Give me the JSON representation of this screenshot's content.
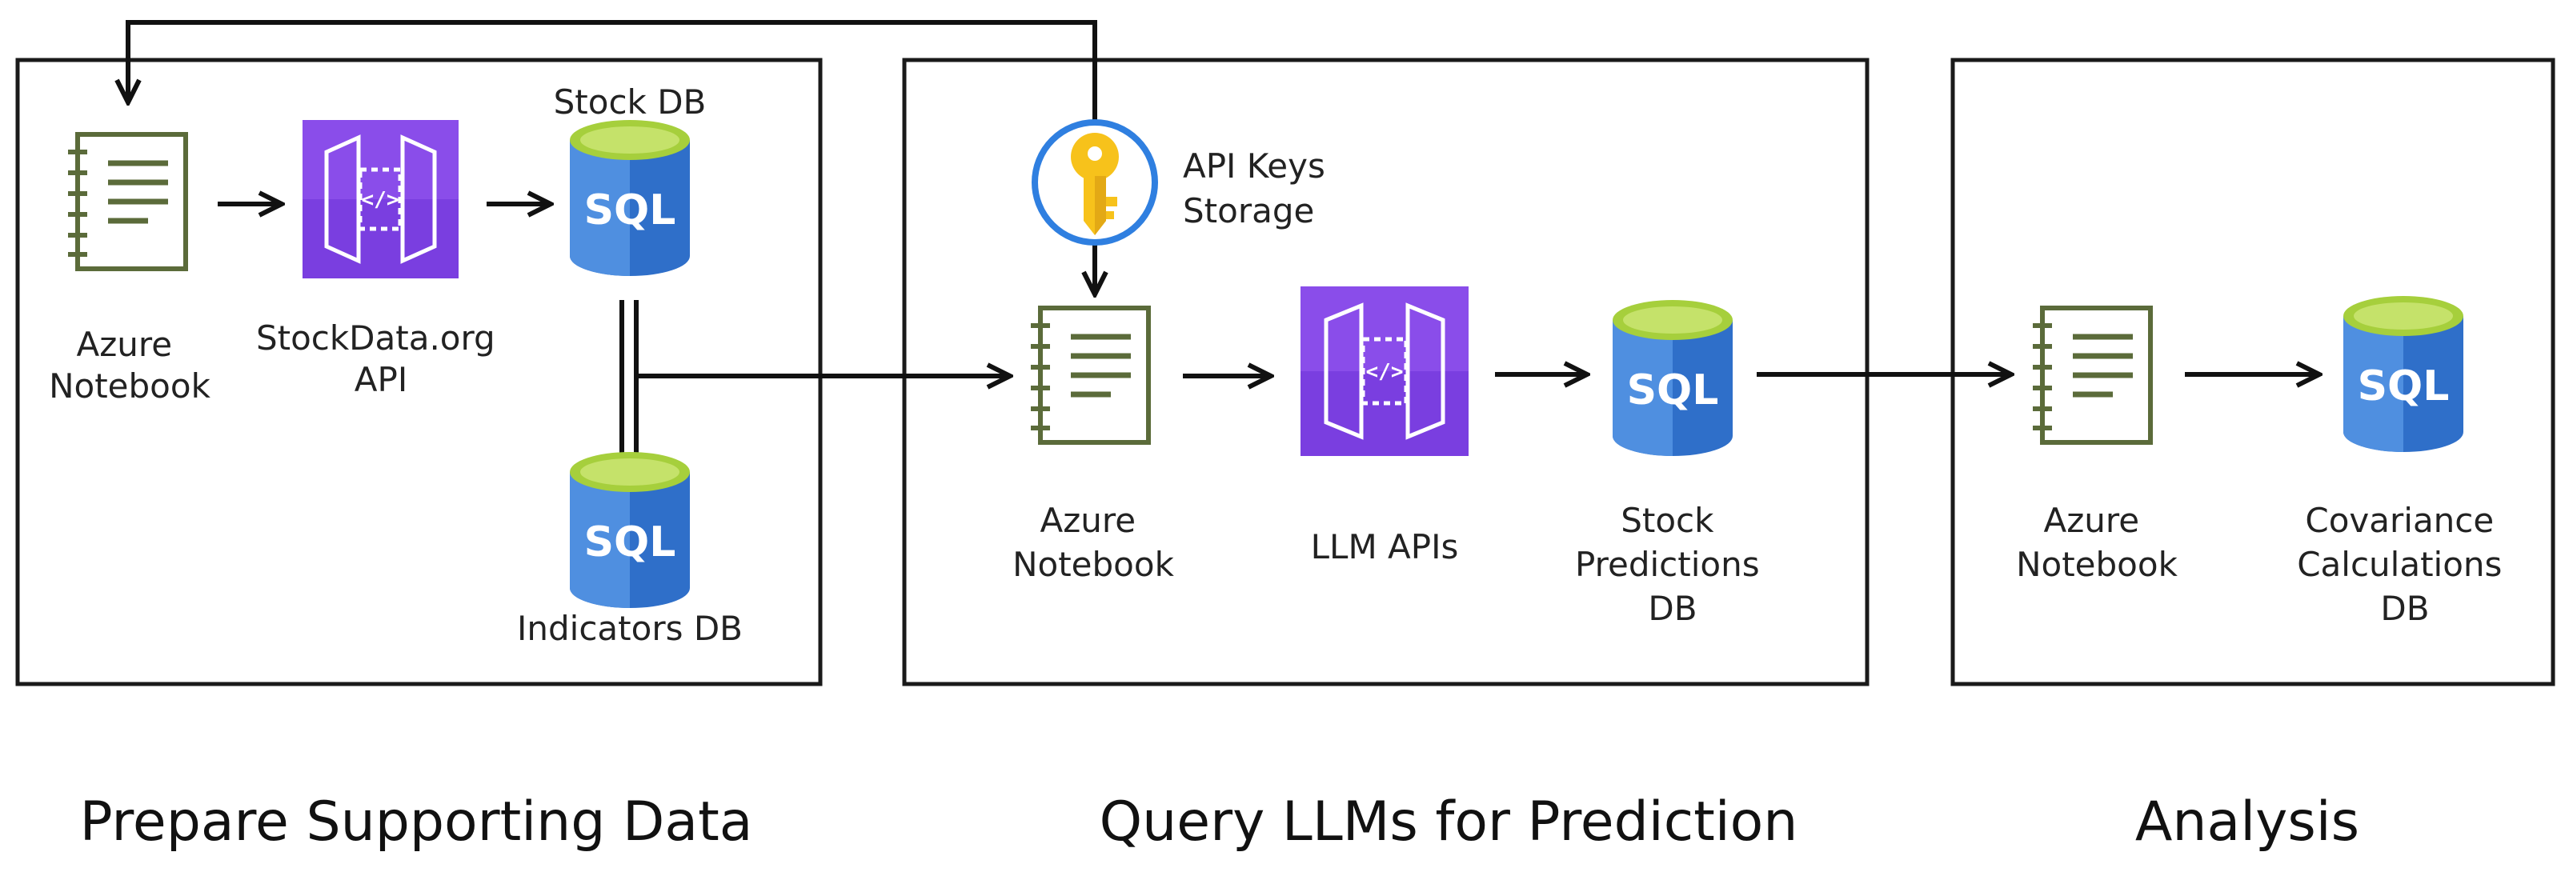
{
  "stages": [
    {
      "title": "Prepare Supporting Data"
    },
    {
      "title": "Query LLMs for Prediction"
    },
    {
      "title": "Analysis"
    }
  ],
  "nodes": {
    "prepare_notebook": {
      "label_lines": [
        "Azure",
        "Notebook"
      ],
      "icon": "notebook-icon"
    },
    "stockdata_api": {
      "label_lines": [
        "StockData.org",
        "API"
      ],
      "icon": "api-gateway-icon",
      "glyph": "</>"
    },
    "stock_db": {
      "label_lines": [
        "Stock DB"
      ],
      "icon": "sql-database-icon",
      "icon_text": "SQL"
    },
    "indicators_db": {
      "label_lines": [
        "Indicators DB"
      ],
      "icon": "sql-database-icon",
      "icon_text": "SQL"
    },
    "api_keys": {
      "label_lines": [
        "API Keys",
        "Storage"
      ],
      "icon": "key-vault-icon"
    },
    "query_notebook": {
      "label_lines": [
        "Azure",
        "Notebook"
      ],
      "icon": "notebook-icon"
    },
    "llm_apis": {
      "label_lines": [
        "LLM APIs"
      ],
      "icon": "api-gateway-icon",
      "glyph": "</>"
    },
    "predictions_db": {
      "label_lines": [
        "Stock",
        "Predictions",
        "DB"
      ],
      "icon": "sql-database-icon",
      "icon_text": "SQL"
    },
    "analysis_notebook": {
      "label_lines": [
        "Azure",
        "Notebook"
      ],
      "icon": "notebook-icon"
    },
    "covariance_db": {
      "label_lines": [
        "Covariance",
        "Calculations",
        "DB"
      ],
      "icon": "sql-database-icon",
      "icon_text": "SQL"
    }
  },
  "colors": {
    "notebook_stroke": "#5b6b3a",
    "api_purple_light": "#8a4dea",
    "api_purple_dark": "#6a2fc9",
    "db_blue_light": "#4f8fe0",
    "db_blue_dark": "#1f5fb5",
    "db_top_green": "#a6cf3c",
    "key_gold": "#f7c21b",
    "key_ring_blue": "#2f7fe0",
    "line": "#111111"
  }
}
